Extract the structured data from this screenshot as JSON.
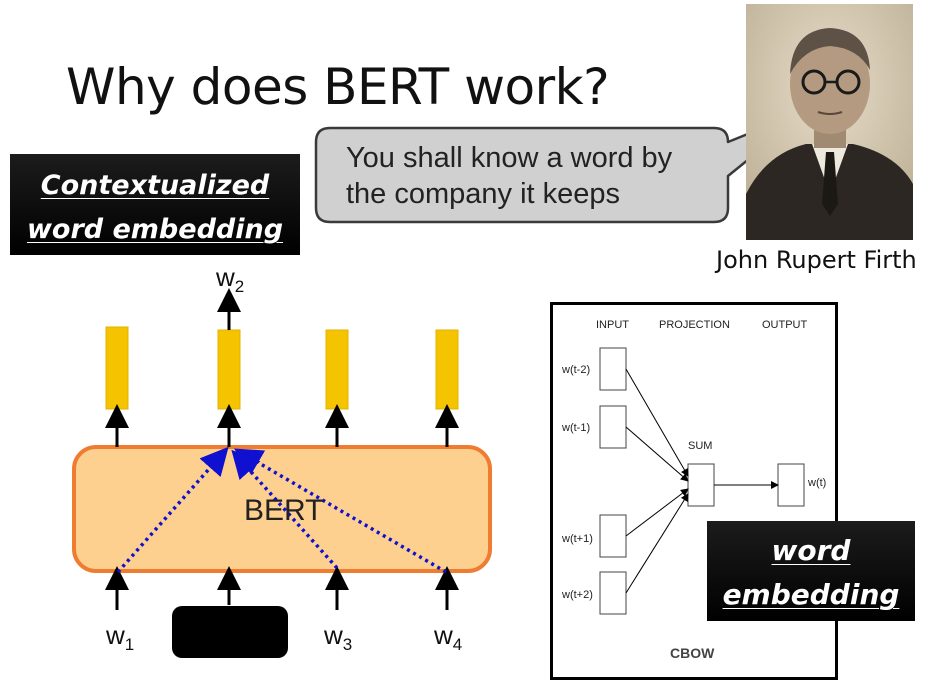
{
  "slide": {
    "title": "Why does BERT work?"
  },
  "callouts": {
    "contextualized_line1": "Contextualized",
    "contextualized_line2": "word embedding",
    "word_embedding_line1": "word",
    "word_embedding_line2": "embedding"
  },
  "quote": {
    "line1": "You shall know a word by",
    "line2": "the company it keeps"
  },
  "portrait": {
    "caption": "John Rupert Firth"
  },
  "bert_diagram": {
    "model_label": "BERT",
    "inputs": [
      {
        "base": "w",
        "sub": "1"
      },
      {
        "base": "",
        "sub": "",
        "masked": true
      },
      {
        "base": "w",
        "sub": "3"
      },
      {
        "base": "w",
        "sub": "4"
      }
    ],
    "output": {
      "base": "w",
      "sub": "2"
    },
    "colors": {
      "box_fill": "#fdd08f",
      "box_border": "#ee7d31",
      "vector_fill": "#f5c400",
      "attention_arrows": "#1010d0"
    }
  },
  "cbow_diagram": {
    "headers": [
      "INPUT",
      "PROJECTION",
      "OUTPUT"
    ],
    "inputs": [
      "w(t-2)",
      "w(t-1)",
      "w(t+1)",
      "w(t+2)"
    ],
    "sum_label": "SUM",
    "output_label": "w(t)",
    "caption": "CBOW"
  }
}
